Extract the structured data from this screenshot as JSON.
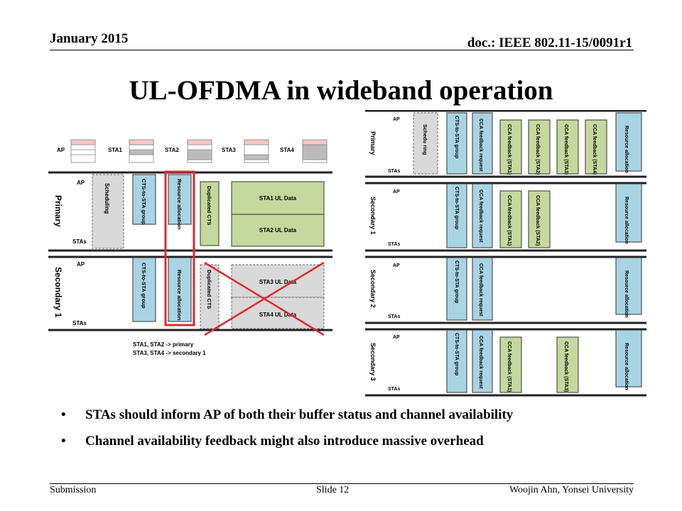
{
  "header": {
    "date": "January 2015",
    "doc": "doc.: IEEE 802.11-15/0091r1"
  },
  "title": "UL-OFDMA in wideband operation",
  "left_diagram": {
    "top_labels": [
      "AP",
      "STA1",
      "STA2",
      "STA3",
      "STA4"
    ],
    "primary_label": "Primary",
    "secondary_label": "Secondary 1",
    "ap": "AP",
    "stas": "STAs",
    "scheduling": "Scheduling",
    "cts_group": "CTS-to-STA group",
    "resource_alloc": "Resource allocation",
    "dup_cts": "Duplicated CTS",
    "sta1_ul": "STA1 UL Data",
    "sta2_ul": "STA2 UL Data",
    "sta3_ul": "STA3 UL Data",
    "sta4_ul": "STA4 UL Data",
    "note1": "STA1, STA2 -> primary",
    "note2": "STA3, STA4 -> secondary 1"
  },
  "right_diagram": {
    "channels": [
      "Primary",
      "Secondary 1",
      "Secondary 2",
      "Secondary 3"
    ],
    "ap": "AP",
    "stas": "STAs",
    "scheduling": "Schedu ring",
    "cts_group": "CTS-to-STA group",
    "cca_request": "CCA feedback request",
    "cca_sta1": "CCA feedback (STA1)",
    "cca_sta2": "CCA feedback (STA2)",
    "cca_sta3": "CCA feedback (STA3)",
    "cca_sta4": "CCA feedback (STA4)",
    "resource_alloc": "Resource allocation"
  },
  "bullets": [
    "STAs should inform AP of both their buffer status and channel availability",
    "Channel availability feedback might also introduce massive overhead"
  ],
  "footer": {
    "left": "Submission",
    "center": "Slide 12",
    "right": "Woojin Ahn, Yonsei University"
  },
  "colors": {
    "blue": "#a9d4e4",
    "green": "#c5d89e",
    "gray": "#d9d9d9",
    "red": "#e0282d"
  }
}
